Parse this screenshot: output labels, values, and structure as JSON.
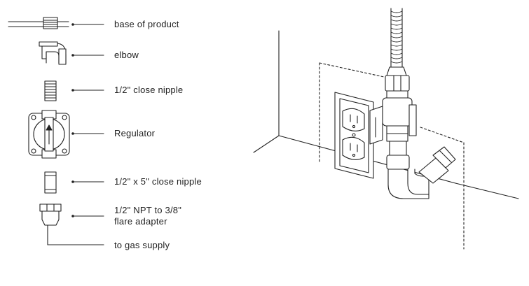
{
  "labels": {
    "base": "base of product",
    "elbow": "elbow",
    "close_nipple": "1/2\" close nipple",
    "regulator": "Regulator",
    "nipple_5": "1/2\" x 5\" close nipple",
    "adapter_line1": "1/2\" NPT to 3/8\"",
    "adapter_line2": "flare adapter",
    "gas_supply": "to gas supply"
  },
  "colors": {
    "stroke": "#222222",
    "background": "#ffffff"
  }
}
